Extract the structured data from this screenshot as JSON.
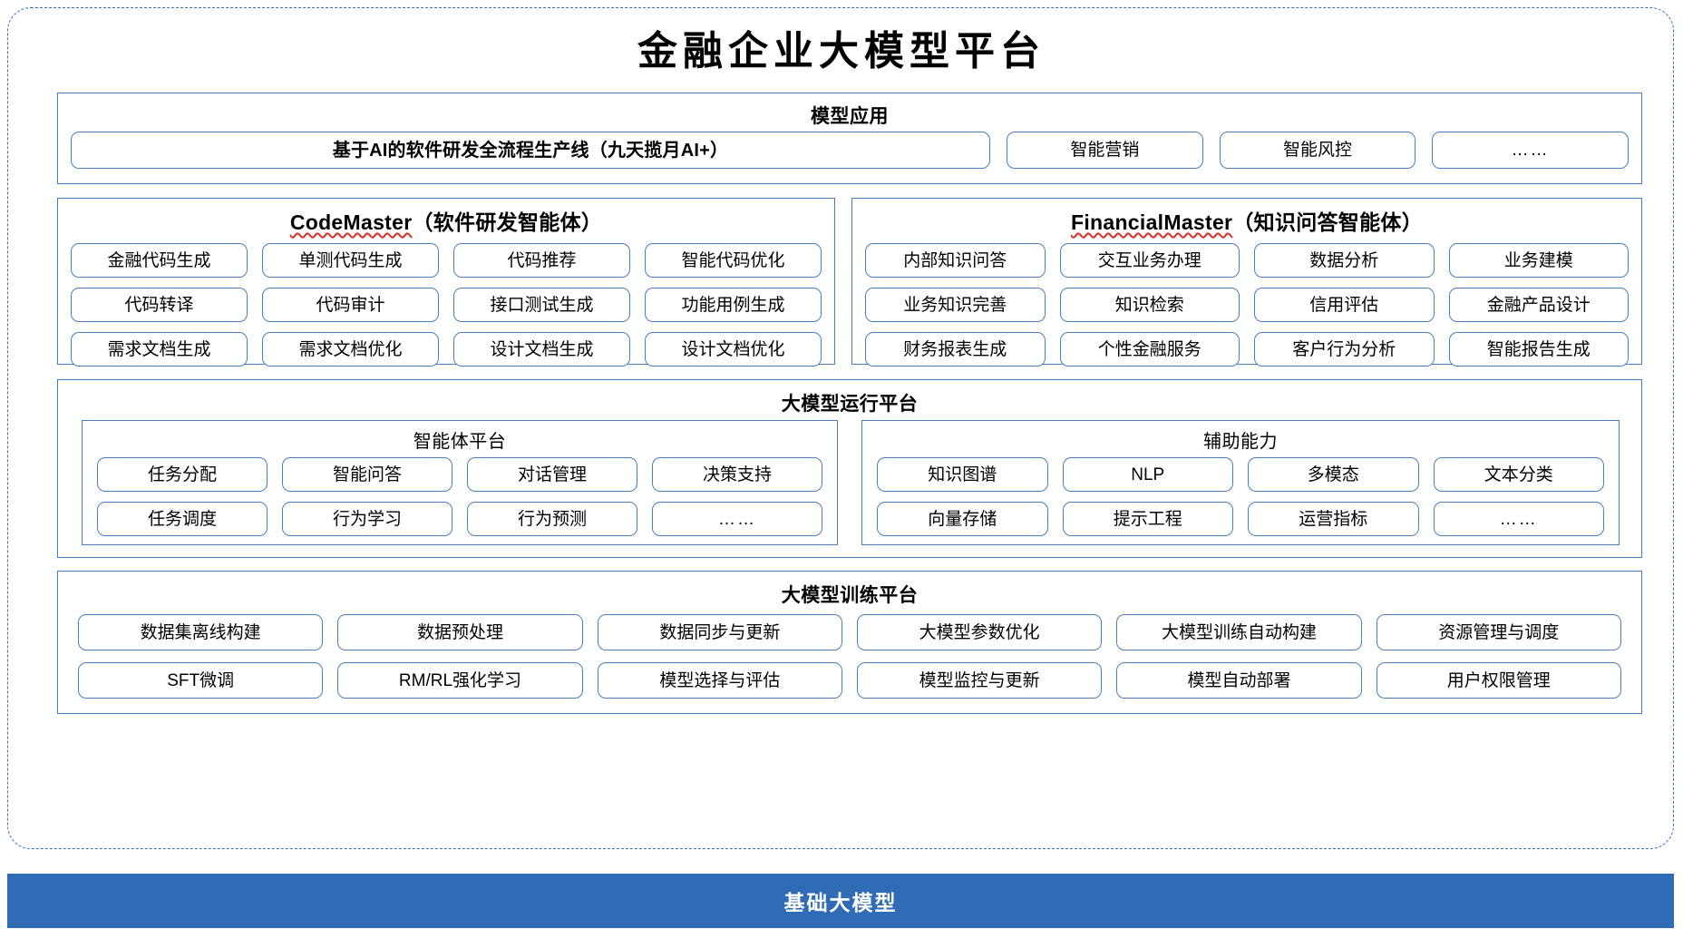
{
  "colors": {
    "accent": "#2f6cb5",
    "border": "#4a7ebb",
    "frame_dash": "#3a6fb5",
    "spellcheck": "#d93025",
    "base_bar_bg": "#2f6cb5",
    "base_bar_text": "#ffffff"
  },
  "title": "金融企业大模型平台",
  "application_layer": {
    "title": "模型应用",
    "banner": "基于AI的软件研发全流程生产线（九天揽月AI+）",
    "items": [
      "智能营销",
      "智能风控",
      "……"
    ]
  },
  "code_master": {
    "name": "CodeMaster",
    "suffix": "（软件研发智能体）",
    "rows": [
      [
        "金融代码生成",
        "单测代码生成",
        "代码推荐",
        "智能代码优化"
      ],
      [
        "代码转译",
        "代码审计",
        "接口测试生成",
        "功能用例生成"
      ],
      [
        "需求文档生成",
        "需求文档优化",
        "设计文档生成",
        "设计文档优化"
      ]
    ]
  },
  "financial_master": {
    "name": "FinancialMaster",
    "suffix": "（知识问答智能体）",
    "rows": [
      [
        "内部知识问答",
        "交互业务办理",
        "数据分析",
        "业务建模"
      ],
      [
        "业务知识完善",
        "知识检索",
        "信用评估",
        "金融产品设计"
      ],
      [
        "财务报表生成",
        "个性金融服务",
        "客户行为分析",
        "智能报告生成"
      ]
    ]
  },
  "runtime_layer": {
    "title": "大模型运行平台",
    "agent_platform": {
      "title": "智能体平台",
      "rows": [
        [
          "任务分配",
          "智能问答",
          "对话管理",
          "决策支持"
        ],
        [
          "任务调度",
          "行为学习",
          "行为预测",
          "……"
        ]
      ]
    },
    "auxiliary": {
      "title": "辅助能力",
      "rows": [
        [
          "知识图谱",
          "NLP",
          "多模态",
          "文本分类"
        ],
        [
          "向量存储",
          "提示工程",
          "运营指标",
          "……"
        ]
      ]
    }
  },
  "training_layer": {
    "title": "大模型训练平台",
    "rows": [
      [
        "数据集离线构建",
        "数据预处理",
        "数据同步与更新",
        "大模型参数优化",
        "大模型训练自动构建",
        "资源管理与调度"
      ],
      [
        "SFT微调",
        "RM/RL强化学习",
        "模型选择与评估",
        "模型监控与更新",
        "模型自动部署",
        "用户权限管理"
      ]
    ]
  },
  "base_bar": {
    "label": "基础大模型"
  }
}
